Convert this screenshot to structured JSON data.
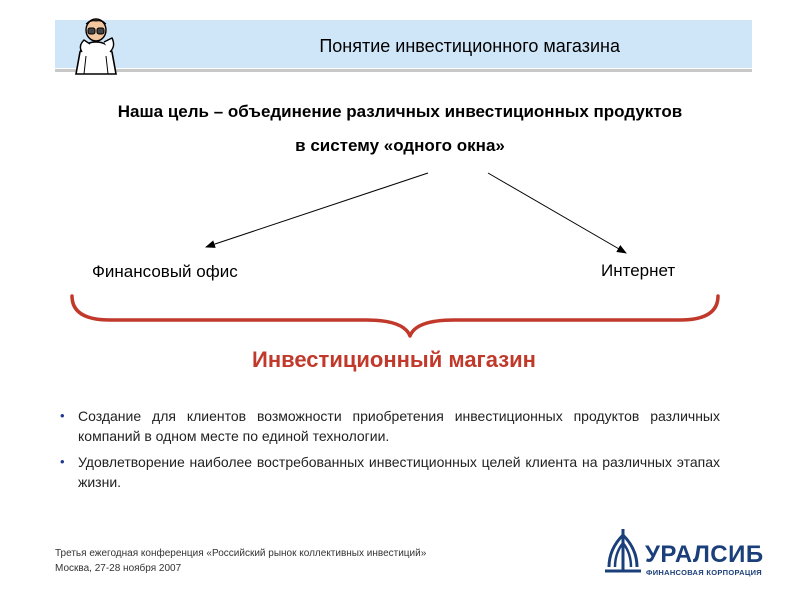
{
  "header": {
    "title": "Понятие инвестиционного магазина"
  },
  "goal": {
    "line1": "Наша цель – объединение различных инвестиционных продуктов",
    "line2": "в систему  «одного окна»"
  },
  "channels": {
    "left": "Финансовый офис",
    "right": "Интернет"
  },
  "shop_title": "Инвестиционный магазин",
  "bullets": [
    "Создание для клиентов возможности приобретения инвестиционных продуктов различных компаний в одном месте по единой технологии.",
    "Удовлетворение наиболее востребованных инвестиционных целей клиента на различных этапах жизни."
  ],
  "footer": {
    "line1": "Третья ежегодная конференция «Российский рынок коллективных инвестиций»",
    "line2": "Москва, 27-28 ноября 2007"
  },
  "logo": {
    "name": "УРАЛСИБ",
    "subtitle": "ФИНАНСОВАЯ КОРПОРАЦИЯ"
  },
  "colors": {
    "header_bg": "#cfe6f9",
    "accent_red": "#c0392b",
    "brand_blue": "#1a3f7a"
  }
}
